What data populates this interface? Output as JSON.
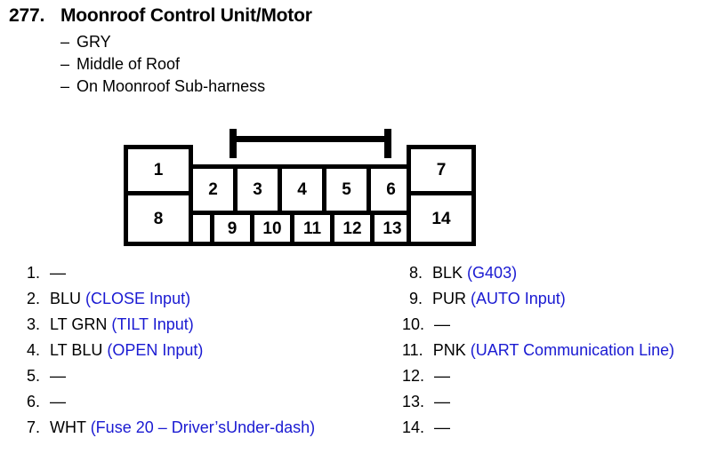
{
  "header": {
    "number": "277.",
    "title": "Moonroof Control Unit/Motor",
    "details": [
      {
        "dash": "–",
        "text": "GRY"
      },
      {
        "dash": "–",
        "text": "Middle of Roof"
      },
      {
        "dash": "–",
        "text": "On Moonroof Sub-harness"
      }
    ]
  },
  "connector": {
    "pins": [
      {
        "label": "1",
        "name": "connector-pin-1"
      },
      {
        "label": "2",
        "name": "connector-pin-2"
      },
      {
        "label": "3",
        "name": "connector-pin-3"
      },
      {
        "label": "4",
        "name": "connector-pin-4"
      },
      {
        "label": "5",
        "name": "connector-pin-5"
      },
      {
        "label": "6",
        "name": "connector-pin-6"
      },
      {
        "label": "7",
        "name": "connector-pin-7"
      },
      {
        "label": "8",
        "name": "connector-pin-8"
      },
      {
        "label": "9",
        "name": "connector-pin-9"
      },
      {
        "label": "10",
        "name": "connector-pin-10"
      },
      {
        "label": "11",
        "name": "connector-pin-11"
      },
      {
        "label": "12",
        "name": "connector-pin-12"
      },
      {
        "label": "13",
        "name": "connector-pin-13"
      },
      {
        "label": "14",
        "name": "connector-pin-14"
      }
    ],
    "outline_color": "#000000",
    "fill_color": "#ffffff"
  },
  "pin_list": {
    "note_color": "#1a1ad2",
    "em_dash": "—",
    "left": [
      {
        "num": "1.",
        "wire": "",
        "note": "",
        "empty": "—"
      },
      {
        "num": "2.",
        "wire": "BLU",
        "note": "(CLOSE Input)",
        "empty": ""
      },
      {
        "num": "3.",
        "wire": "LT GRN",
        "note": "(TILT Input)",
        "empty": ""
      },
      {
        "num": "4.",
        "wire": "LT BLU",
        "note": "(OPEN Input)",
        "empty": ""
      },
      {
        "num": "5.",
        "wire": "",
        "note": "",
        "empty": "—"
      },
      {
        "num": "6.",
        "wire": "",
        "note": "",
        "empty": "—"
      },
      {
        "num": "7.",
        "wire": "WHT",
        "note": "(Fuse 20 – Driver’sUnder-dash)",
        "empty": ""
      }
    ],
    "right": [
      {
        "num": "8.",
        "wire": "BLK",
        "note": "(G403)",
        "empty": ""
      },
      {
        "num": "9.",
        "wire": "PUR",
        "note": "(AUTO Input)",
        "empty": ""
      },
      {
        "num": "10.",
        "wire": "",
        "note": "",
        "empty": "—"
      },
      {
        "num": "11.",
        "wire": "PNK",
        "note": "(UART Communication Line)",
        "empty": ""
      },
      {
        "num": "12.",
        "wire": "",
        "note": "",
        "empty": "—"
      },
      {
        "num": "13.",
        "wire": "",
        "note": "",
        "empty": "—"
      },
      {
        "num": "14.",
        "wire": "",
        "note": "",
        "empty": "—"
      }
    ]
  }
}
